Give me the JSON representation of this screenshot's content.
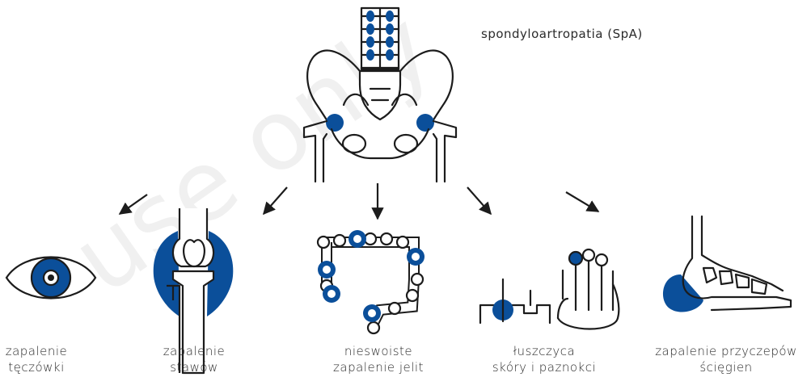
{
  "title": "spondyloartropatia (SpA)",
  "watermark": "use only",
  "colors": {
    "accent": "#0b4f9a",
    "stroke": "#1c1c1c"
  },
  "conditions": [
    {
      "icon": "eye-icon",
      "line1": "zapalenie",
      "line2": "tęczówki"
    },
    {
      "icon": "knee-joint-icon",
      "line1": "zapalenie",
      "line2": "stawów"
    },
    {
      "icon": "intestine-icon",
      "line1": "nieswoiste",
      "line2": "zapalenie jelit"
    },
    {
      "icon": "skin-nails-icon",
      "line1": "łuszczyca",
      "line2": "skóry i paznokci"
    },
    {
      "icon": "heel-foot-icon",
      "line1": "zapalenie przyczepów",
      "line2": "ścięgien"
    }
  ]
}
